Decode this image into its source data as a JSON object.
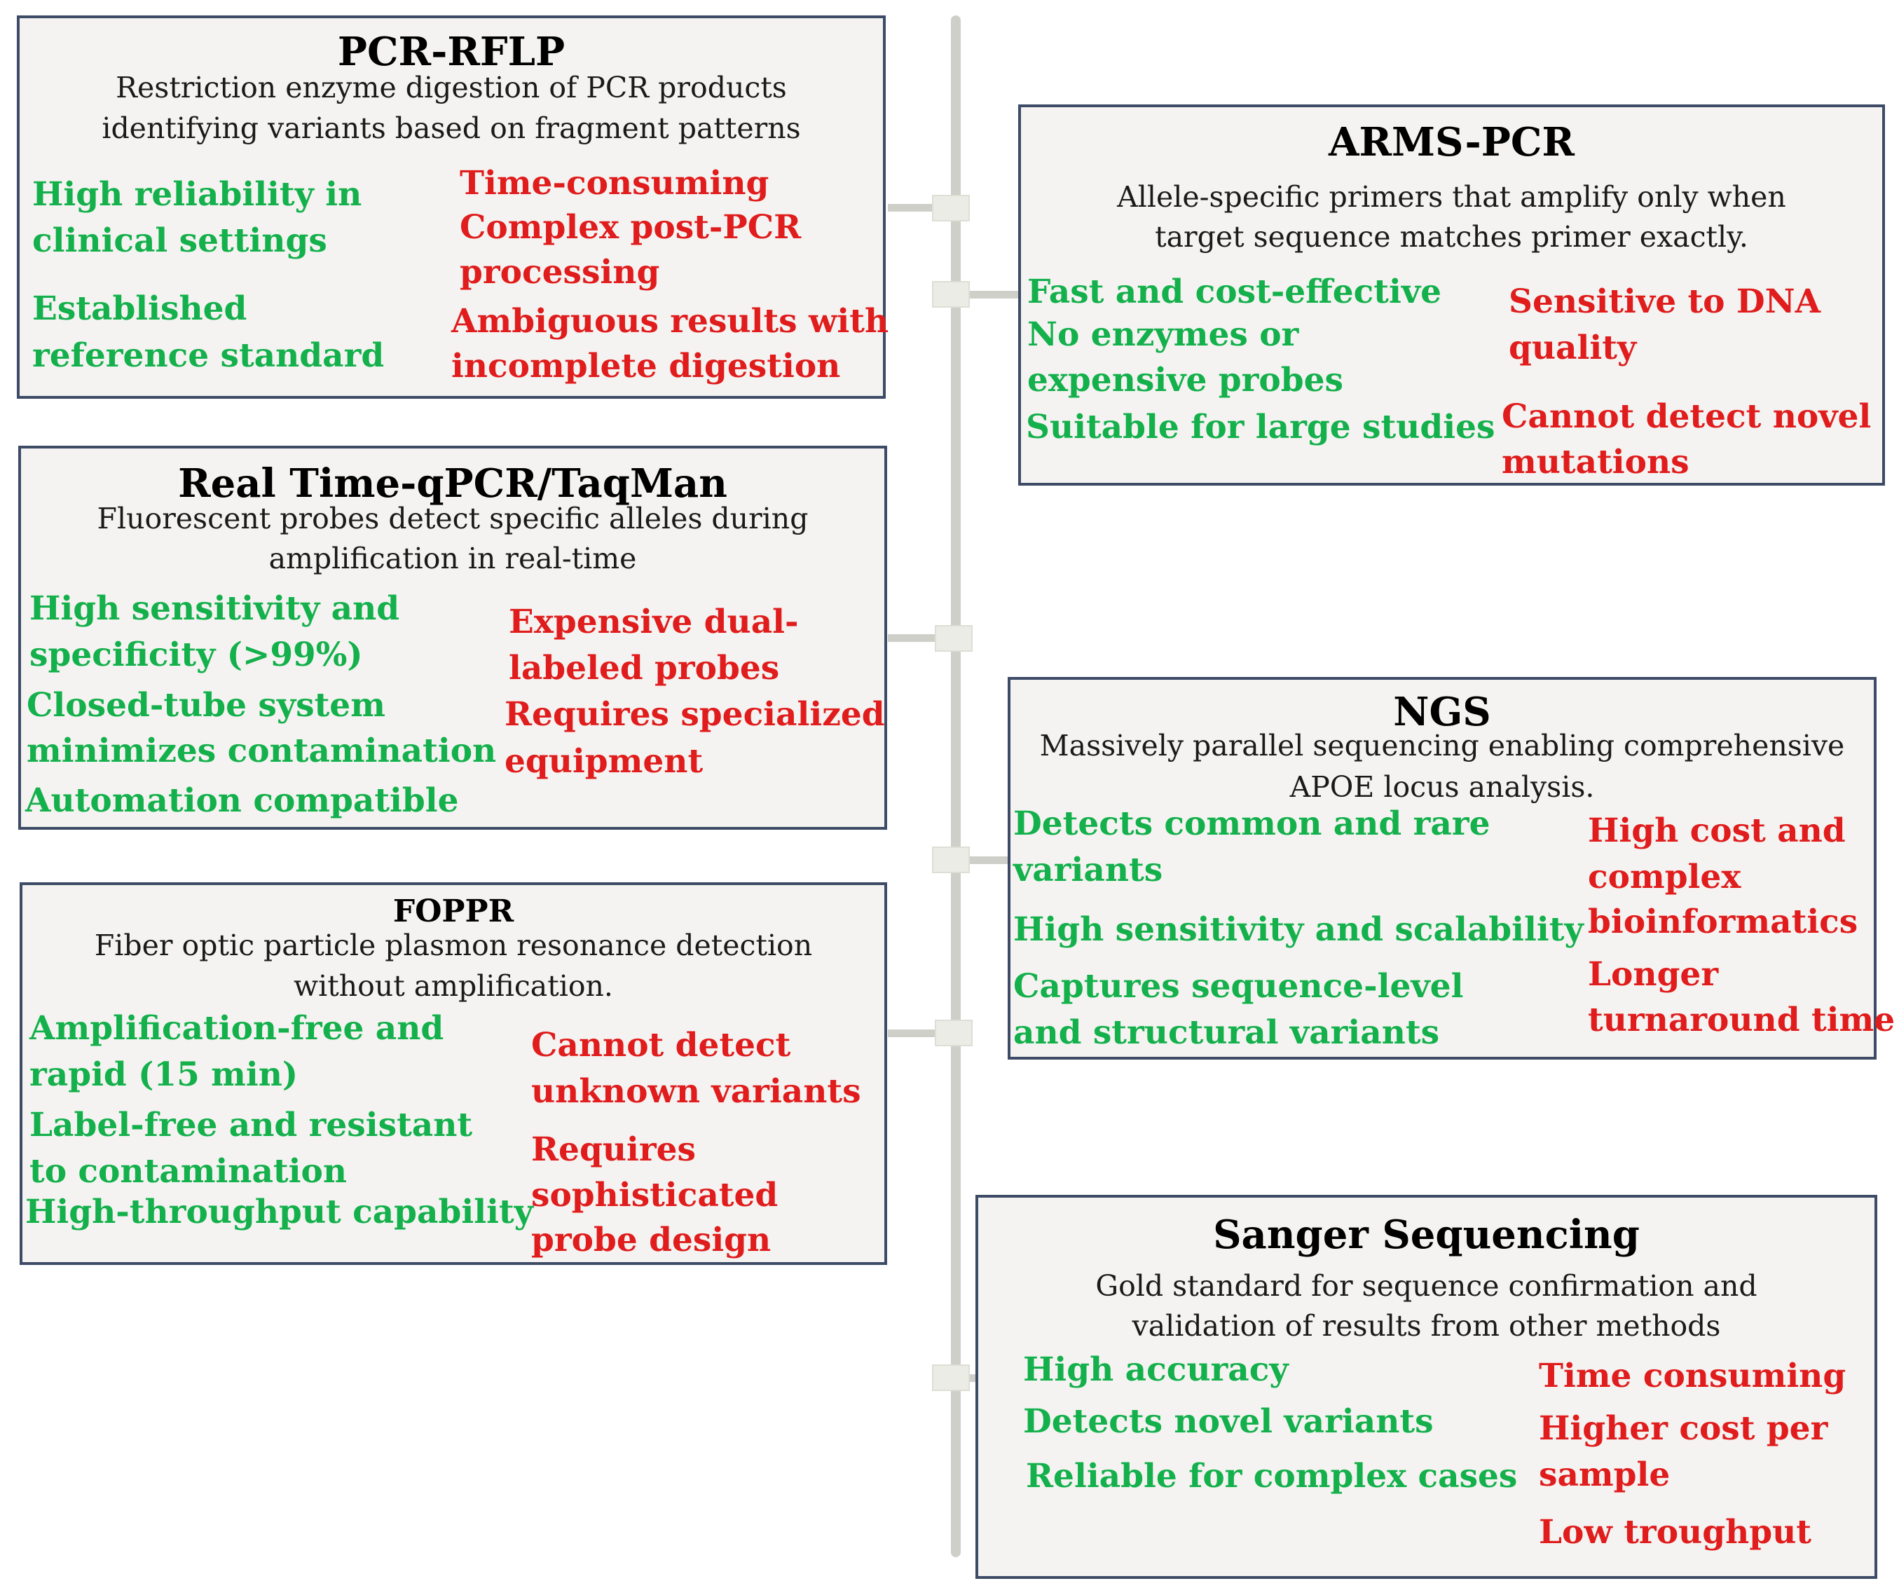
{
  "methods": {
    "pcr_rflp": {
      "title": "PCR-RFLP",
      "desc": [
        "Restriction enzyme digestion of PCR products",
        "identifying variants based on fragment patterns"
      ],
      "pros": [
        "High reliability in",
        "clinical settings",
        "Established",
        "reference standard"
      ],
      "cons": [
        "Time-consuming",
        "Complex post-PCR",
        "processing",
        "Ambiguous results with",
        "incomplete digestion"
      ]
    },
    "arms_pcr": {
      "title": "ARMS-PCR",
      "desc": [
        "Allele-specific primers that amplify only when",
        "target sequence matches primer exactly."
      ],
      "pros": [
        "Fast and cost-effective",
        "No enzymes or",
        "expensive probes",
        "Suitable for large studies"
      ],
      "cons": [
        "Sensitive to DNA",
        "quality",
        "Cannot detect novel",
        "mutations"
      ]
    },
    "qpcr": {
      "title": "Real Time-qPCR/TaqMan",
      "desc": [
        "Fluorescent probes detect specific alleles during",
        "amplification in real-time"
      ],
      "pros": [
        "High sensitivity and",
        "specificity (>99%)",
        "Closed-tube system",
        "minimizes contamination",
        "Automation compatible"
      ],
      "cons": [
        "Expensive dual-",
        "labeled probes",
        "Requires specialized",
        "equipment"
      ]
    },
    "ngs": {
      "title": "NGS",
      "desc": [
        "Massively parallel sequencing enabling comprehensive",
        "APOE locus analysis."
      ],
      "pros": [
        "Detects common and rare",
        "variants",
        "High sensitivity and scalability",
        "Captures sequence-level",
        "and structural variants"
      ],
      "cons": [
        "High cost and",
        "complex",
        "bioinformatics",
        "Longer",
        "turnaround time"
      ]
    },
    "foppr": {
      "title": "FOPPR",
      "desc": [
        "Fiber optic particle plasmon resonance detection",
        "without amplification."
      ],
      "pros": [
        "Amplification-free and",
        "rapid (15 min)",
        "Label-free and resistant",
        "to contamination",
        "High-throughput capability"
      ],
      "cons": [
        "Cannot detect",
        "unknown variants",
        "Requires",
        "sophisticated",
        "probe design"
      ]
    },
    "sanger": {
      "title": "Sanger Sequencing",
      "desc": [
        "Gold standard for sequence confirmation and",
        "validation of results from other methods"
      ],
      "pros": [
        "High accuracy",
        "Detects novel variants",
        "Reliable for complex cases"
      ],
      "cons": [
        "Time consuming",
        "Higher cost per",
        "sample",
        "Low troughput"
      ]
    }
  },
  "colors": {
    "pro": "#13b04b",
    "con": "#e01c1c",
    "box_border": "#3d4b66",
    "box_fill": "#f4f3f1",
    "timeline": "#cfcfc9"
  }
}
